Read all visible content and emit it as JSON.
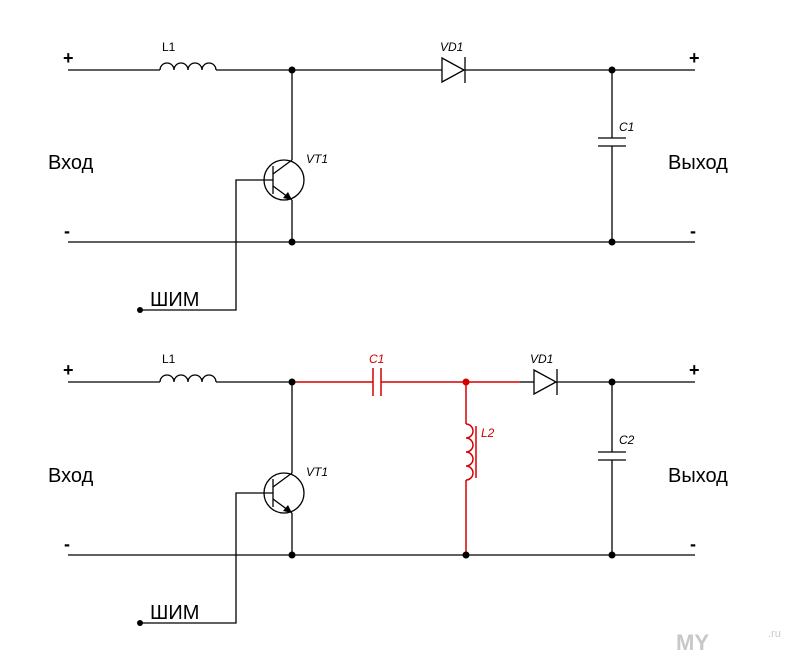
{
  "circuit_top": {
    "input_label": "Вход",
    "output_label": "Выход",
    "input_plus": "+",
    "input_minus": "-",
    "output_plus": "+",
    "output_minus": "-",
    "inductor": "L1",
    "diode": "VD1",
    "transistor": "VT1",
    "capacitor": "C1",
    "pwm_label": "ШИМ"
  },
  "circuit_bottom": {
    "input_label": "Вход",
    "output_label": "Выход",
    "input_plus": "+",
    "input_minus": "-",
    "output_plus": "+",
    "output_minus": "-",
    "inductor": "L1",
    "coupling_capacitor": "C1",
    "added_inductor": "L2",
    "diode": "VD1",
    "transistor": "VT1",
    "capacitor": "C2",
    "pwm_label": "ШИМ"
  },
  "colors": {
    "wire": "#000000",
    "added_components": "#d40000"
  },
  "watermark": {
    "text": "MY",
    "suffix": ".ru"
  }
}
